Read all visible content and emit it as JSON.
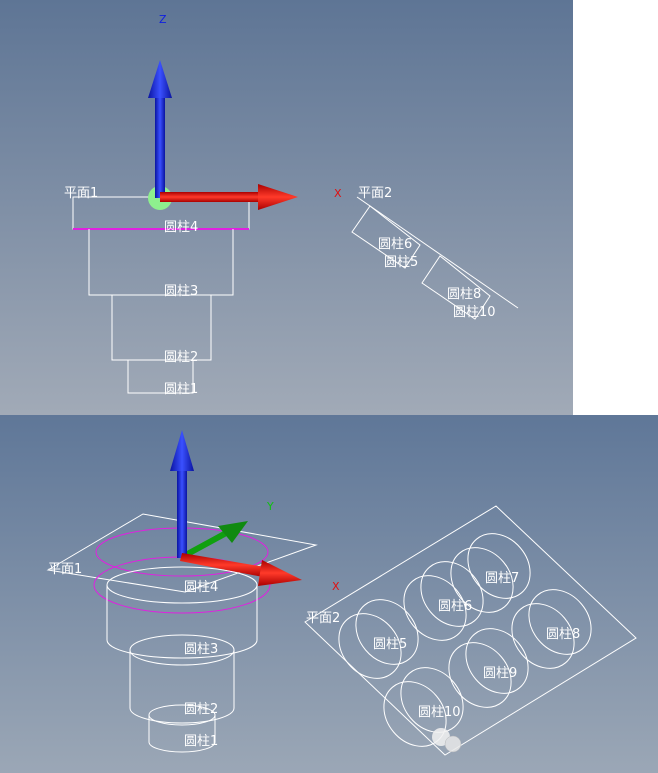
{
  "top_view": {
    "axes": {
      "z": "Z",
      "x": "X"
    },
    "labels": {
      "plane1": "平面1",
      "plane2": "平面2",
      "cyl4": "圆柱4",
      "cyl3": "圆柱3",
      "cyl2": "圆柱2",
      "cyl1": "圆柱1",
      "cyl6": "圆柱6",
      "cyl5": "圆柱5",
      "cyl8": "圆柱8",
      "cyl10": "圆柱10"
    }
  },
  "bottom_view": {
    "axes": {
      "x": "X",
      "y": "Y"
    },
    "labels": {
      "plane1": "平面1",
      "plane2": "平面2",
      "cyl4": "圆柱4",
      "cyl3": "圆柱3",
      "cyl2": "圆柱2",
      "cyl1": "圆柱1"
    },
    "plate_cylinders": [
      "圆柱7",
      "圆柱6",
      "圆柱5",
      "圆柱8",
      "圆柱9",
      "圆柱10"
    ]
  },
  "colors": {
    "axis_x": "#e01010",
    "axis_y": "#10a010",
    "axis_z": "#1020e0",
    "highlight": "#e020e0"
  }
}
